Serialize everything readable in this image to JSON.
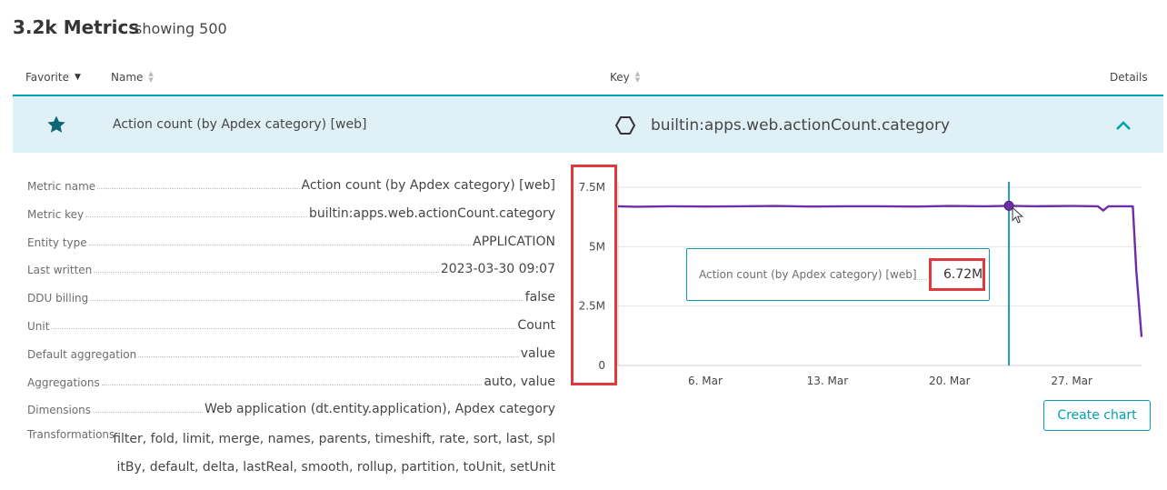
{
  "header": {
    "count": "3.2k Metrics",
    "showing": "showing 500"
  },
  "columns": {
    "favorite": "Favorite",
    "name": "Name",
    "key": "Key",
    "details": "Details"
  },
  "row": {
    "name": "Action count (by Apdex category) [web]",
    "key": "builtin:apps.web.actionCount.category",
    "favorite_icon": "star-icon",
    "key_icon": "hexagon-icon",
    "toggle_icon": "chevron-up-icon"
  },
  "details": [
    {
      "label": "Metric name",
      "value": "Action count (by Apdex category) [web]"
    },
    {
      "label": "Metric key",
      "value": "builtin:apps.web.actionCount.category"
    },
    {
      "label": "Entity type",
      "value": "APPLICATION"
    },
    {
      "label": "Last written",
      "value": "2023-03-30 09:07"
    },
    {
      "label": "DDU billing",
      "value": "false"
    },
    {
      "label": "Unit",
      "value": "Count"
    },
    {
      "label": "Default aggregation",
      "value": "value"
    },
    {
      "label": "Aggregations",
      "value": "auto, value"
    },
    {
      "label": "Dimensions",
      "value": "Web application (dt.entity.application), Apdex category"
    }
  ],
  "transformations": {
    "label": "Transformations",
    "value": "filter, fold, limit, merge, names, parents, timeshift, rate, sort, last, splitBy, default, delta, lastReal, smooth, rollup, partition, toUnit, setUnit"
  },
  "chart_data": {
    "type": "line",
    "yticks": [
      "7.5M",
      "5M",
      "2.5M",
      "0"
    ],
    "ytick_values": [
      7500000,
      5000000,
      2500000,
      0
    ],
    "xticks": [
      "6. Mar",
      "13. Mar",
      "20. Mar",
      "27. Mar"
    ],
    "xtick_days": [
      6,
      13,
      20,
      27
    ],
    "ylim": [
      0,
      7500000
    ],
    "xlim": [
      1,
      31
    ],
    "series": [
      {
        "color": "#6f2da8",
        "x": [
          1,
          2,
          4,
          6,
          8,
          10,
          12,
          14,
          16,
          18,
          20,
          22,
          23.4,
          25,
          27,
          28.5,
          28.8,
          29.1,
          30.5,
          30.7,
          31
        ],
        "y": [
          6700000,
          6680000,
          6700000,
          6690000,
          6700000,
          6710000,
          6690000,
          6700000,
          6700000,
          6690000,
          6710000,
          6700000,
          6720000,
          6700000,
          6710000,
          6700000,
          6520000,
          6700000,
          6700000,
          4000000,
          1200000
        ]
      }
    ],
    "cursor_x": 23.4,
    "grid": true
  },
  "tooltip": {
    "label": "Action count (by Apdex category) [web]",
    "value": "6.72M"
  },
  "create_chart": "Create chart",
  "colors": {
    "accent": "#00a1b2",
    "series": "#6f2da8",
    "highlight": "#e0393e",
    "row_bg": "#dff0f6"
  }
}
